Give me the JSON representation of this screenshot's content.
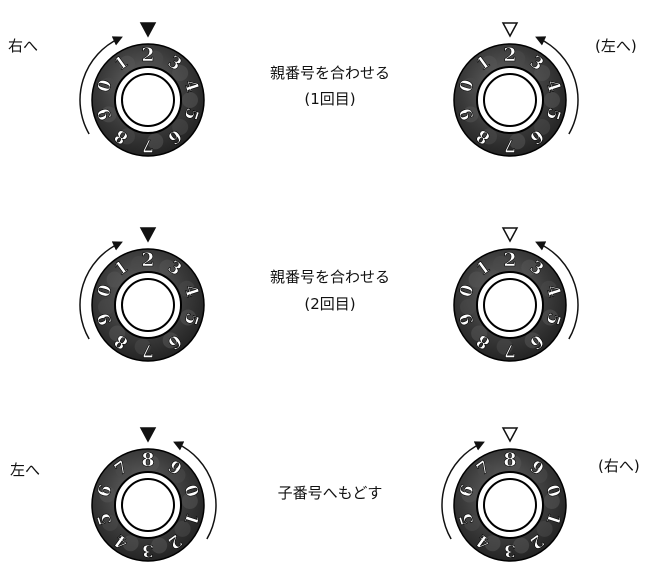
{
  "steps": [
    {
      "caption": "親番号を合わせる",
      "sub": "(1回目)",
      "left": {
        "direction_label": "右へ",
        "marker": "filled",
        "arrow": "cw",
        "top_digit": "2",
        "digits_cw": [
          "2",
          "3",
          "4",
          "5",
          "6",
          "7",
          "8",
          "9",
          "0",
          "1"
        ]
      },
      "right": {
        "direction_label": "(左へ)",
        "marker": "hollow",
        "arrow": "ccw",
        "top_digit": "2",
        "digits_cw": [
          "2",
          "3",
          "4",
          "5",
          "6",
          "7",
          "8",
          "9",
          "0",
          "1"
        ]
      }
    },
    {
      "caption": "親番号を合わせる",
      "sub": "(2回目)",
      "left": {
        "direction_label": "",
        "marker": "filled",
        "arrow": "cw",
        "top_digit": "2",
        "digits_cw": [
          "2",
          "3",
          "4",
          "5",
          "6",
          "7",
          "8",
          "9",
          "0",
          "1"
        ]
      },
      "right": {
        "direction_label": "",
        "marker": "hollow",
        "arrow": "ccw",
        "top_digit": "2",
        "digits_cw": [
          "2",
          "3",
          "4",
          "5",
          "6",
          "7",
          "8",
          "9",
          "0",
          "1"
        ]
      }
    },
    {
      "caption": "子番号へもどす",
      "sub": "",
      "left": {
        "direction_label": "左へ",
        "marker": "filled",
        "arrow": "ccw",
        "top_digit": "8",
        "digits_cw": [
          "8",
          "9",
          "0",
          "1",
          "2",
          "3",
          "4",
          "5",
          "6",
          "7"
        ]
      },
      "right": {
        "direction_label": "(右へ)",
        "marker": "hollow",
        "arrow": "cw",
        "top_digit": "8",
        "digits_cw": [
          "8",
          "9",
          "0",
          "1",
          "2",
          "3",
          "4",
          "5",
          "6",
          "7"
        ]
      }
    }
  ],
  "colors": {
    "dial_dark": "#2b2b2b",
    "dial_mid": "#5a5a5a",
    "digit": "#ffffff",
    "ink": "#111111"
  }
}
